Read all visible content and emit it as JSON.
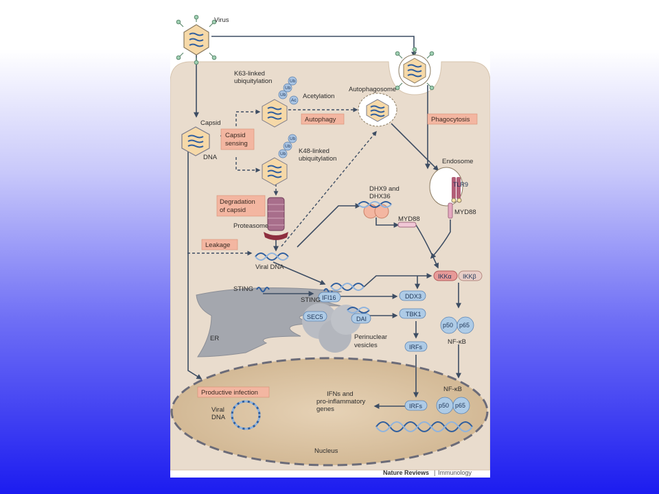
{
  "labels": {
    "virus": "Virus",
    "k63": [
      "K63-linked",
      "ubiquitylation"
    ],
    "acetylation": "Acetylation",
    "autophagosome": "Autophagosome",
    "capsid": "Capsid",
    "dna": "DNA",
    "k48": [
      "K48-linked",
      "ubiquitylation"
    ],
    "endosome": "Endosome",
    "dhx": [
      "DHX9 and",
      "DHX36"
    ],
    "myd88_a": "MYD88",
    "myd88_b": "MYD88",
    "proteasome": "Proteasome",
    "viral_dna": "Viral DNA",
    "sting_er": "STING",
    "sting_ifi": "STING",
    "er": "ER",
    "perinuclear": [
      "Perinuclear",
      "vesicles"
    ],
    "nfkb_1": "NF-κB",
    "nfkb_2": "NF-κB",
    "ifns": [
      "IFNs and",
      "pro-inflammatory",
      "genes"
    ],
    "viral_dna_nuc": [
      "Viral",
      "DNA"
    ],
    "nucleus": "Nucleus"
  },
  "boxes": {
    "autophagy": "Autophagy",
    "phagocytosis": "Phagocytosis",
    "capsid_sensing": [
      "Capsid",
      "sensing"
    ],
    "degradation": [
      "Degradation",
      "of capsid"
    ],
    "leakage": "Leakage",
    "productive": "Productive infection"
  },
  "proteins": {
    "ub": "Ub",
    "ac": "Ac",
    "tlr9": "TLR9",
    "ifi16": "IFI16",
    "sec5": "SEC5",
    "dai": "DAI",
    "ddx3": "DDX3",
    "tbk1": "TBK1",
    "irfs_1": "IRFs",
    "irfs_2": "IRFs",
    "ikka": "IKKα",
    "ikkb": "IKKβ",
    "p50_1": "p50",
    "p65_1": "p65",
    "p50_2": "p50",
    "p65_2": "p65"
  },
  "footer": {
    "journal": "Nature Reviews",
    "section": "Immunology"
  },
  "colors": {
    "cell": "#e9dccd",
    "nucleus": "#d9c3a4",
    "box": "#f3b6a1",
    "protein": "#aecbe6"
  }
}
